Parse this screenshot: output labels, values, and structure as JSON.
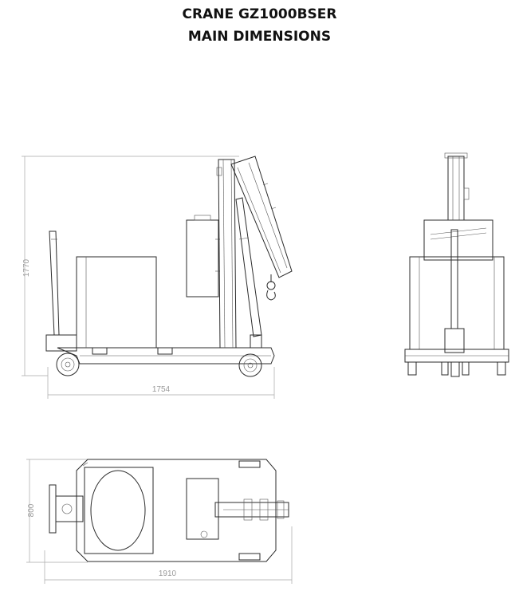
{
  "document": {
    "title_line1": "CRANE GZ1000BSER",
    "title_line2": "MAIN DIMENSIONS"
  },
  "dimensions": {
    "side_height": "1770",
    "side_length": "1754",
    "top_width": "800",
    "top_length": "1910"
  },
  "colors": {
    "line": "#2b2b2b",
    "dimension": "#9a9a9a"
  }
}
